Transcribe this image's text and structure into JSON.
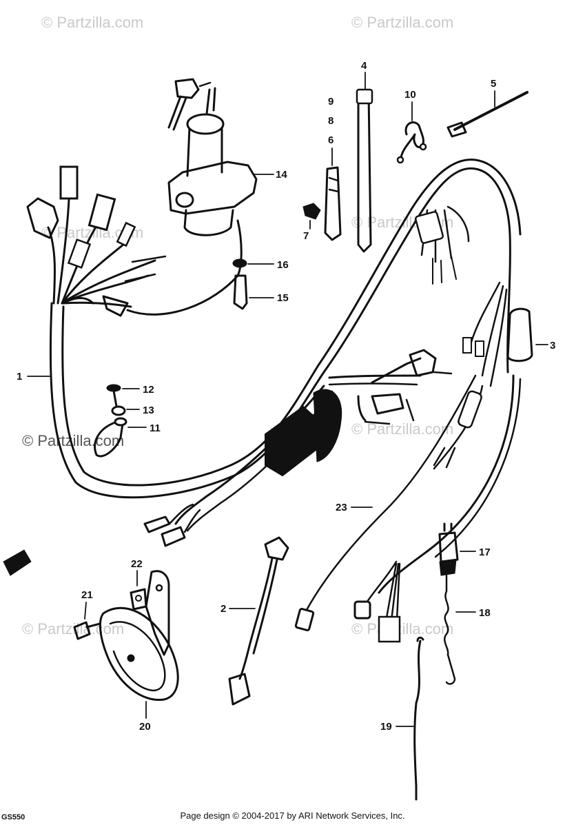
{
  "watermarks": [
    "© Partzilla.com",
    "© Partzilla.com",
    "© Partzilla.com",
    "© Partzilla.com",
    "© Partzilla.com",
    "© Partzilla.com",
    "© Partzilla.com",
    "© Partzilla.com"
  ],
  "callouts": [
    "1",
    "2",
    "3",
    "4",
    "5",
    "6",
    "7",
    "8",
    "9",
    "10",
    "11",
    "12",
    "13",
    "14",
    "15",
    "16",
    "17",
    "18",
    "19",
    "20",
    "21",
    "22",
    "23"
  ],
  "footer": "Page design © 2004-2017 by ARI Network Services, Inc.",
  "corner_code": "GS550"
}
